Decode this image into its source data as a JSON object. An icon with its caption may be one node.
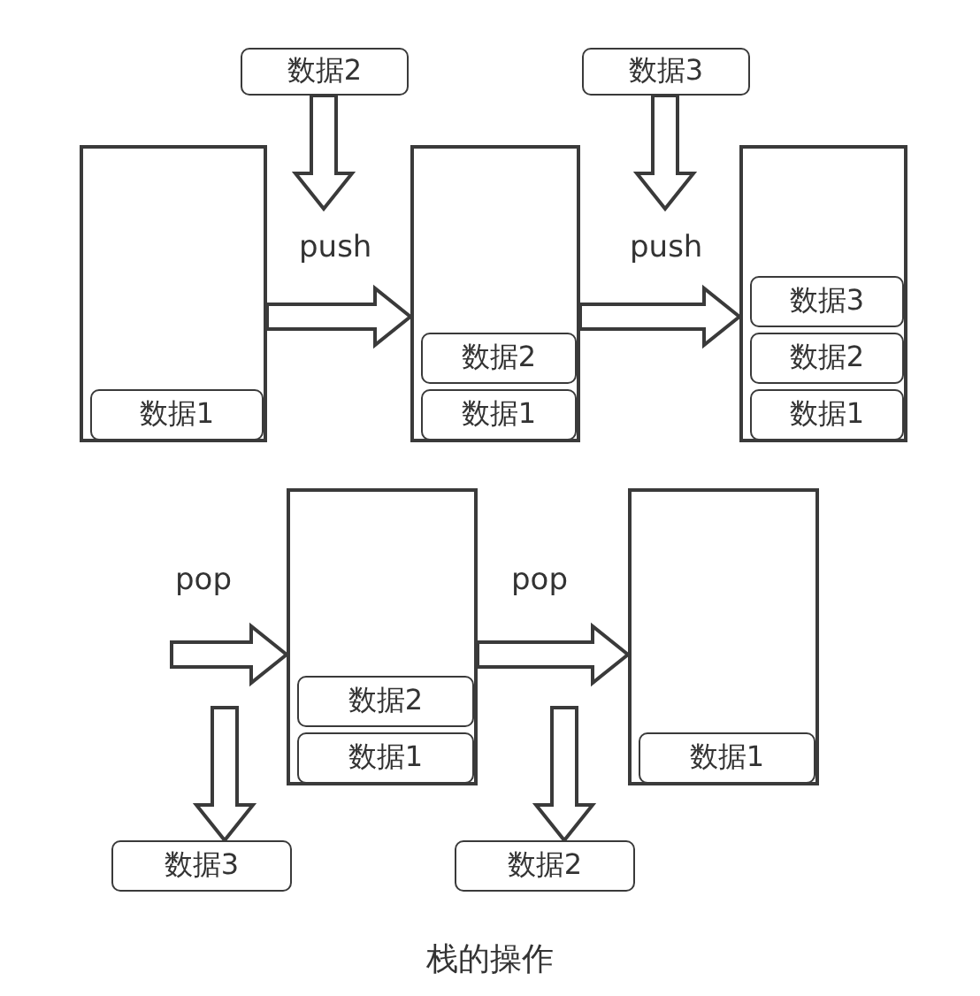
{
  "diagram": {
    "caption": "栈的操作",
    "nodes": [
      {
        "text": [
          "数据2"
        ]
      },
      {
        "text": [
          "数据3"
        ]
      },
      {
        "text": [],
        "shape": "box"
      },
      {
        "text": [
          "数据1"
        ],
        "in": 2
      },
      {
        "text": [],
        "shape": "box"
      },
      {
        "text": [
          "数据2"
        ],
        "in": 4
      },
      {
        "text": [
          "数据1"
        ],
        "in": 4
      },
      {
        "text": [],
        "shape": "box"
      },
      {
        "text": [
          "数据3"
        ],
        "in": 7
      },
      {
        "text": [
          "数据2"
        ],
        "in": 7
      },
      {
        "text": [
          "数据1"
        ],
        "in": 7
      },
      {
        "text": [],
        "shape": "box"
      },
      {
        "text": [
          "数据2"
        ],
        "in": 11
      },
      {
        "text": [
          "数据1"
        ],
        "in": 11
      },
      {
        "text": [],
        "shape": "box"
      },
      {
        "text": [
          "数据1"
        ],
        "in": 14
      },
      {
        "text": [
          "数据3"
        ]
      },
      {
        "text": [
          "数据2"
        ]
      }
    ],
    "edges": [
      {
        "from": 0,
        "to": null,
        "arrow": "to"
      },
      {
        "from": 2,
        "to": 4,
        "arrow": "to",
        "label": "push"
      },
      {
        "from": 1,
        "to": null,
        "arrow": "to"
      },
      {
        "from": 4,
        "to": 7,
        "arrow": "to",
        "label": "push"
      },
      {
        "from": null,
        "to": 11,
        "arrow": "to",
        "label": "pop"
      },
      {
        "from": null,
        "to": 16,
        "arrow": "to"
      },
      {
        "from": 11,
        "to": 14,
        "arrow": "to",
        "label": "pop"
      },
      {
        "from": null,
        "to": 17,
        "arrow": "to"
      }
    ]
  }
}
